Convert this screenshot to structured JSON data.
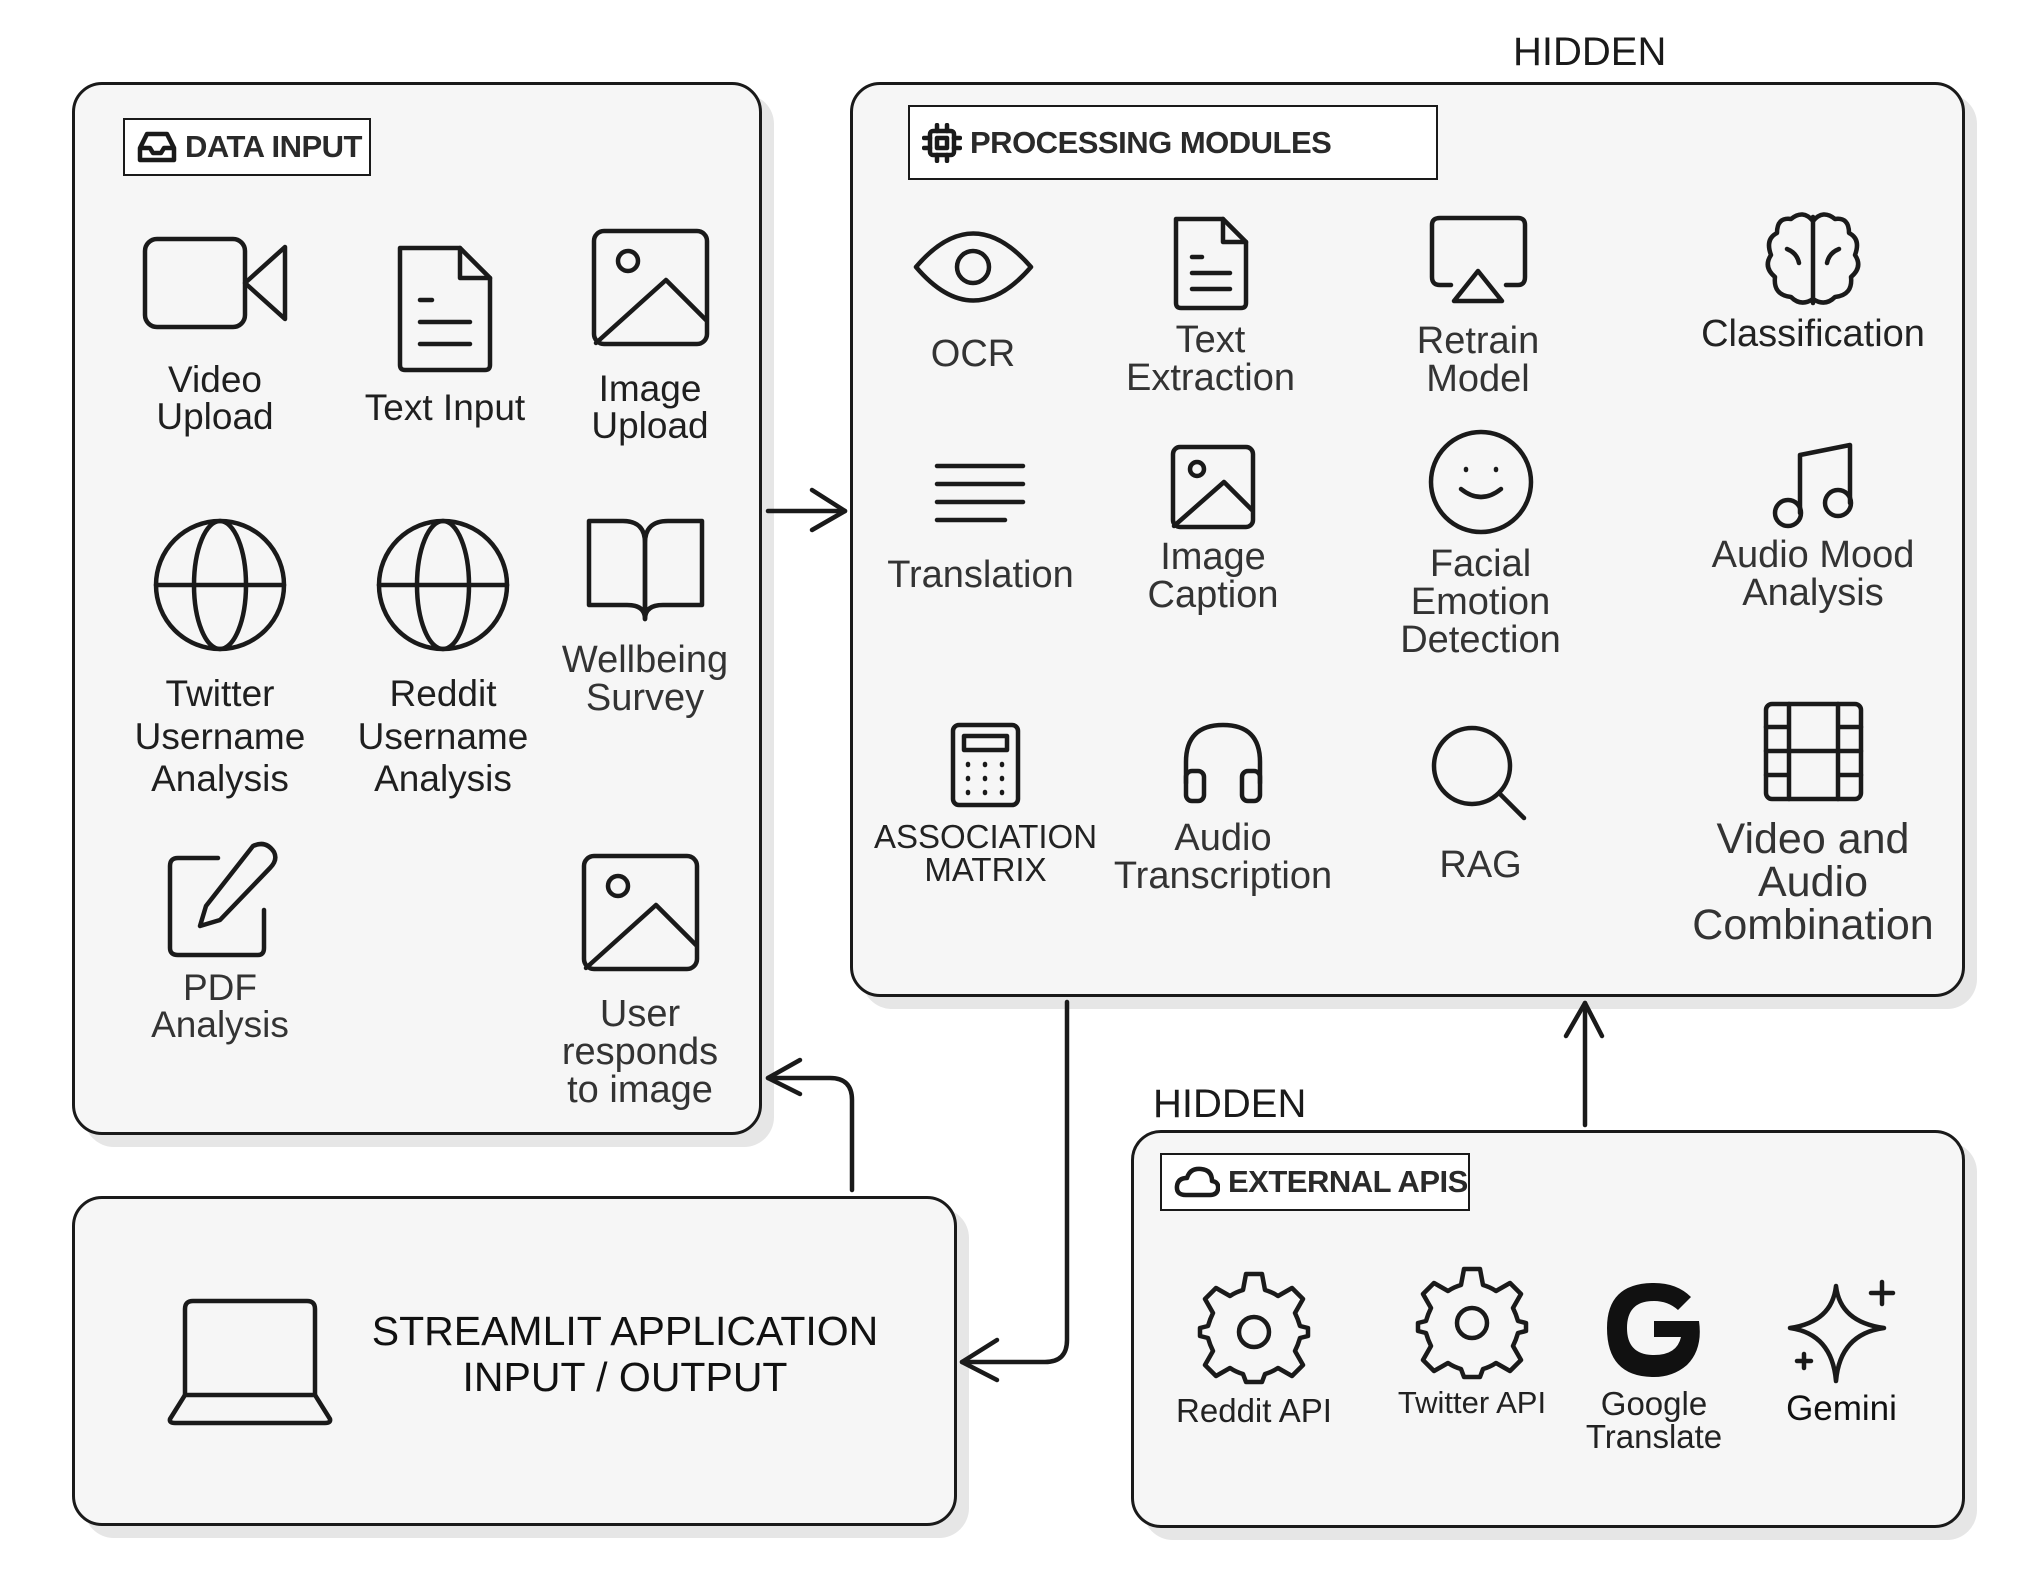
{
  "hidden_labels": {
    "processing": "HIDDEN",
    "external": "HIDDEN"
  },
  "data_input": {
    "title": "DATA INPUT",
    "items": [
      {
        "label": "Video\nUpload",
        "icon": "video-icon"
      },
      {
        "label": "Text Input",
        "icon": "document-icon"
      },
      {
        "label": "Image\nUpload",
        "icon": "image-icon"
      },
      {
        "label": "Twitter\nUsername\nAnalysis",
        "icon": "globe-icon"
      },
      {
        "label": "Reddit\nUsername\nAnalysis",
        "icon": "globe-icon"
      },
      {
        "label": "Wellbeing\nSurvey",
        "icon": "book-icon"
      },
      {
        "label": "PDF\nAnalysis",
        "icon": "edit-icon"
      },
      {
        "label": "User\nresponds\nto image",
        "icon": "image-icon"
      }
    ]
  },
  "processing": {
    "title": "PROCESSING MODULES",
    "items": [
      {
        "label": "OCR",
        "icon": "eye-icon"
      },
      {
        "label": "Text\nExtraction",
        "icon": "document-icon"
      },
      {
        "label": "Retrain\nModel",
        "icon": "airplay-icon"
      },
      {
        "label": "Classification",
        "icon": "brain-icon"
      },
      {
        "label": "Translation",
        "icon": "text-lines-icon"
      },
      {
        "label": "Image\nCaption",
        "icon": "image-icon"
      },
      {
        "label": "Facial\nEmotion\nDetection",
        "icon": "smile-icon"
      },
      {
        "label": "Audio Mood\nAnalysis",
        "icon": "music-icon"
      },
      {
        "label": "ASSOCIATION\nMATRIX",
        "icon": "calculator-icon"
      },
      {
        "label": "Audio\nTranscription",
        "icon": "headphones-icon"
      },
      {
        "label": "RAG",
        "icon": "search-icon"
      },
      {
        "label": "Video and\nAudio\nCombination",
        "icon": "film-icon"
      }
    ]
  },
  "external": {
    "title": "EXTERNAL APIS",
    "items": [
      {
        "label": "Reddit API",
        "icon": "gear-icon"
      },
      {
        "label": "Twitter API",
        "icon": "gear-icon"
      },
      {
        "label": "Google\nTranslate",
        "icon": "google-icon"
      },
      {
        "label": "Gemini",
        "icon": "sparkle-icon"
      }
    ]
  },
  "streamlit": {
    "line1": "STREAMLIT APPLICATION",
    "line2": "INPUT / OUTPUT",
    "icon": "laptop-icon"
  }
}
